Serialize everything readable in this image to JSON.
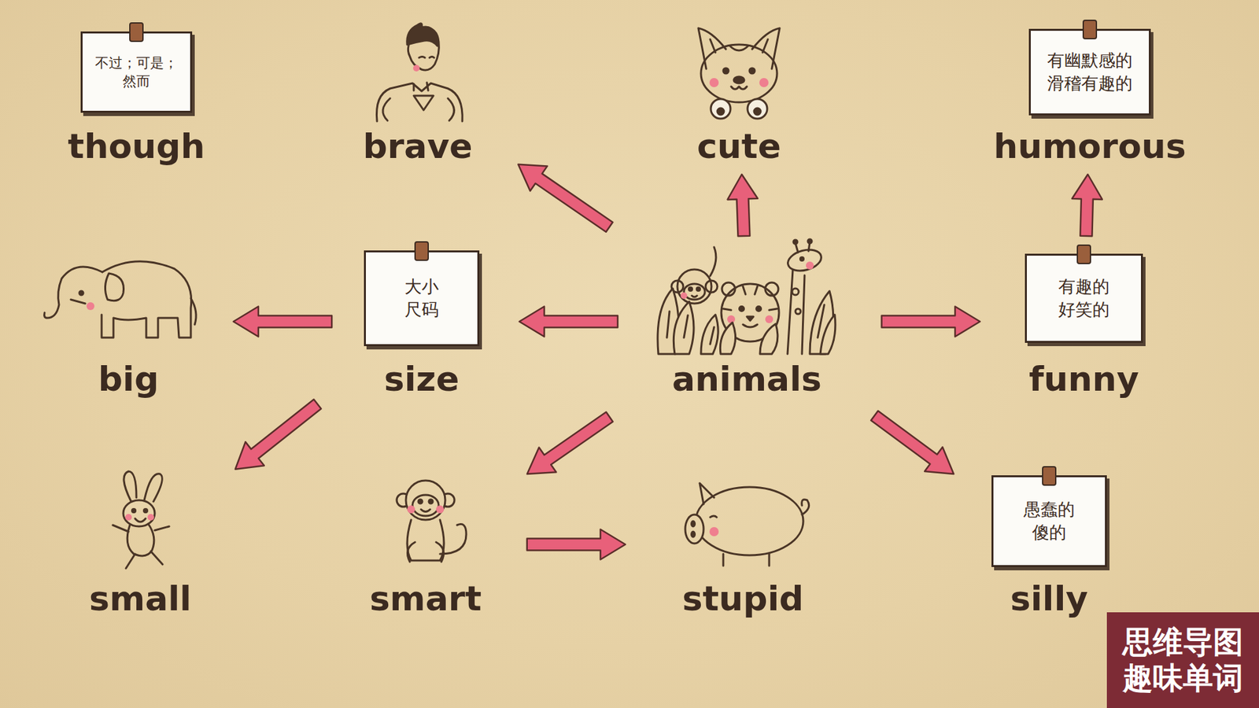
{
  "diagram": {
    "nodes": [
      {
        "text": [
          "不过；可是； 然而",
          "though"
        ]
      },
      {
        "text": [
          "brave"
        ]
      },
      {
        "text": [
          "cute"
        ]
      },
      {
        "text": [
          "有幽默感的 滑稽有趣的",
          "humorous"
        ]
      },
      {
        "text": [
          "big"
        ]
      },
      {
        "text": [
          "大小 尺码",
          "size"
        ]
      },
      {
        "text": [
          "animals"
        ]
      },
      {
        "text": [
          "有趣的 好笑的",
          "funny"
        ]
      },
      {
        "text": [
          "small"
        ]
      },
      {
        "text": [
          "smart"
        ]
      },
      {
        "text": [
          "stupid"
        ]
      },
      {
        "text": [
          "愚蠢的 傻的",
          "silly"
        ]
      }
    ],
    "edges": [
      {
        "from": 6,
        "to": 1,
        "arrow": "to"
      },
      {
        "from": 6,
        "to": 2,
        "arrow": "to"
      },
      {
        "from": 6,
        "to": 5,
        "arrow": "to"
      },
      {
        "from": 6,
        "to": 7,
        "arrow": "to"
      },
      {
        "from": 6,
        "to": 9,
        "arrow": "to"
      },
      {
        "from": 6,
        "to": 11,
        "arrow": "to"
      },
      {
        "from": 5,
        "to": 4,
        "arrow": "to"
      },
      {
        "from": 5,
        "to": 8,
        "arrow": "to"
      },
      {
        "from": 9,
        "to": 10,
        "arrow": "to"
      },
      {
        "from": 7,
        "to": 3,
        "arrow": "to"
      }
    ],
    "labels": [
      "思维导图 趣味单词"
    ]
  }
}
